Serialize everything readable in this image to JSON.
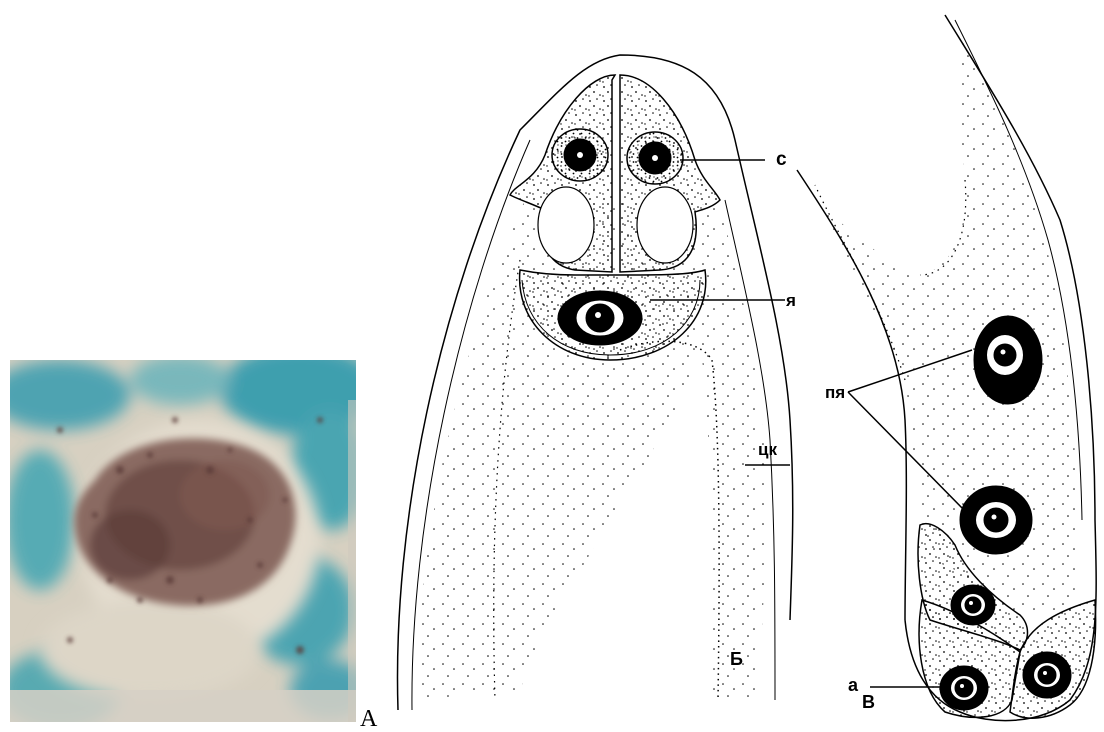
{
  "panels": {
    "a": {
      "letter": "А"
    },
    "b": {
      "letter": "Б"
    },
    "c": {
      "letter": "В"
    }
  },
  "labels": {
    "s": "с",
    "ya": "я",
    "tsk": "цк",
    "pya": "пя",
    "a": "а"
  },
  "colors": {
    "ink": "#000000",
    "photo_background": "#d9d3c6",
    "stain_blue": "#3aa1b0",
    "cell_brown": "#6b4a44"
  }
}
